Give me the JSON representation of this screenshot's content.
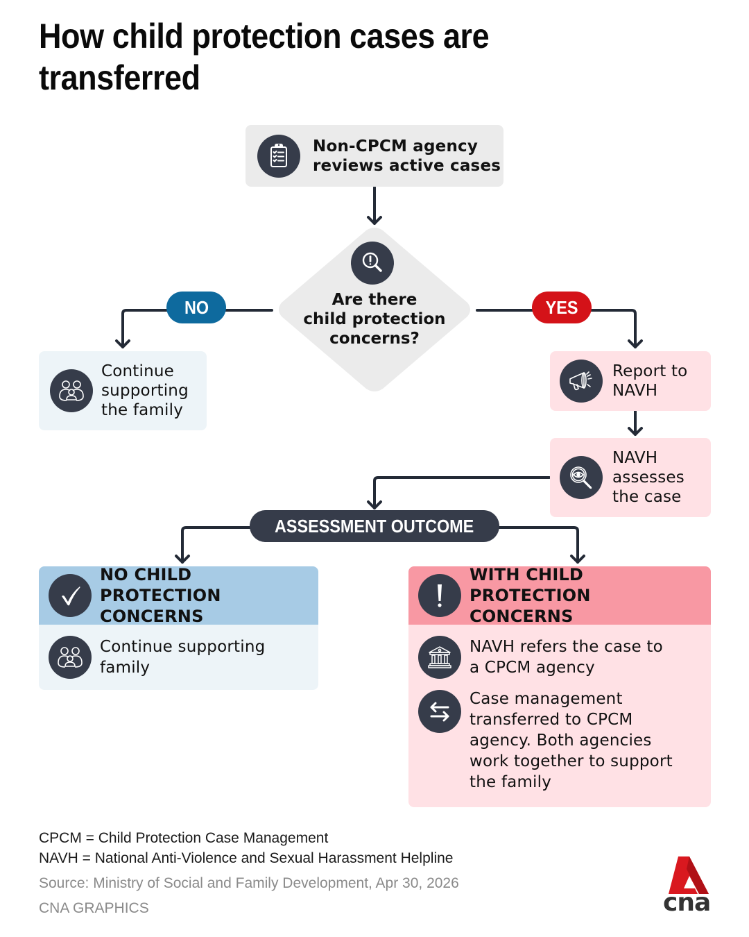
{
  "title": "How child protection cases are transferred",
  "colors": {
    "dark": "#363c4a",
    "no_pill": "#0e6a9e",
    "yes_pill": "#d41218",
    "gray_box": "#ebebeb",
    "light_blue_box": "#edf4f8",
    "blue_header": "#a7cbe5",
    "pink_box": "#ffe1e5",
    "pink_header": "#f898a3"
  },
  "start": {
    "icon": "clipboard-checklist-icon",
    "text_line1": "Non-CPCM agency",
    "text_line2": "reviews active cases"
  },
  "decision": {
    "icon": "magnifier-exclamation-icon",
    "line1": "Are there",
    "line2": "child protection",
    "line3": "concerns?"
  },
  "no_branch": {
    "label": "NO",
    "icon": "family-icon",
    "line1": "Continue",
    "line2": "supporting",
    "line3": "the family"
  },
  "yes_branch": {
    "label": "YES",
    "report": {
      "icon": "megaphone-icon",
      "line1": "Report to",
      "line2": "NAVH"
    },
    "assess": {
      "icon": "magnifier-eye-icon",
      "line1": "NAVH",
      "line2": "assesses",
      "line3": "the case"
    }
  },
  "outcome": {
    "label": "ASSESSMENT OUTCOME",
    "no_concerns": {
      "icon": "checkmark-icon",
      "heading_line1": "NO CHILD PROTECTION",
      "heading_line2": "CONCERNS",
      "item": {
        "icon": "family-icon",
        "line1": "Continue supporting",
        "line2": "family"
      }
    },
    "with_concerns": {
      "icon": "exclamation-icon",
      "heading_line1": "WITH CHILD PROTECTION",
      "heading_line2": "CONCERNS",
      "items": [
        {
          "icon": "government-building-icon",
          "line1": "NAVH refers the case to",
          "line2": "a CPCM agency"
        },
        {
          "icon": "transfer-arrows-icon",
          "line1": "Case management",
          "line2": "transferred to CPCM",
          "line3": "agency. Both agencies",
          "line4": "work together to support",
          "line5": "the family"
        }
      ]
    }
  },
  "footer": {
    "def1": "CPCM = Child Protection Case Management",
    "def2": "NAVH = National Anti-Violence and Sexual Harassment Helpline",
    "source": "Source: Ministry of Social and Family Development, Apr 30, 2026",
    "credit": "CNA GRAPHICS",
    "logo_text": "cna"
  }
}
